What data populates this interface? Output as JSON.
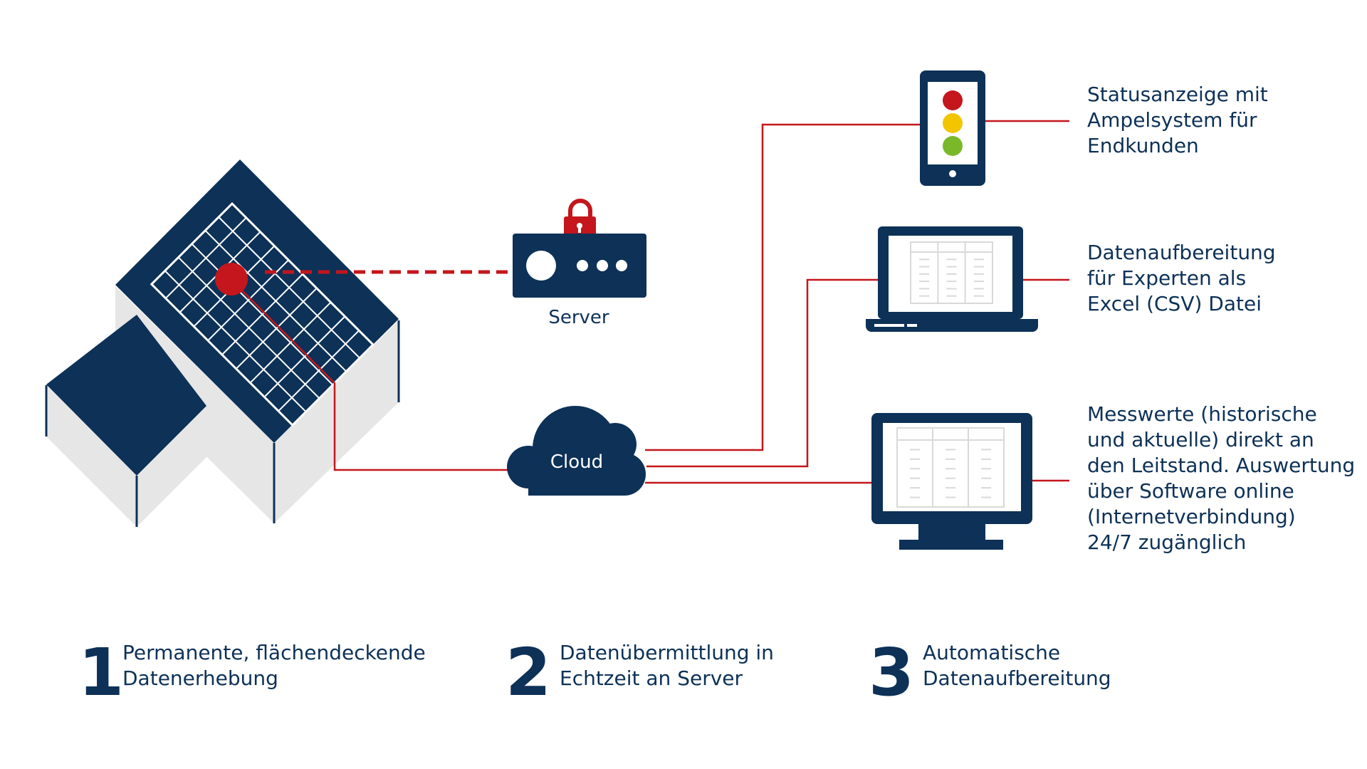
{
  "labels": {
    "server": "Server",
    "cloud": "Cloud"
  },
  "outputs": [
    {
      "lines": [
        "Statusanzeige mit",
        "Ampelsystem für",
        "Endkunden"
      ]
    },
    {
      "lines": [
        "Datenaufbereitung",
        "für Experten als",
        "Excel (CSV) Datei"
      ]
    },
    {
      "lines": [
        "Messwerte (historische",
        "und aktuelle) direkt an",
        "den Leitstand. Auswertung",
        "über Software online",
        "(Internetverbindung)",
        "24/7 zugänglich"
      ]
    }
  ],
  "steps": [
    {
      "number": "1",
      "lines": [
        "Permanente, flächendeckende",
        "Datenerhebung"
      ]
    },
    {
      "number": "2",
      "lines": [
        "Datenübermittlung in",
        "Echtzeit an Server"
      ]
    },
    {
      "number": "3",
      "lines": [
        "Automatische",
        "Datenaufbereitung"
      ]
    }
  ],
  "colors": {
    "navy": "#0d3157",
    "red": "#c4161c",
    "yellow": "#f2c500",
    "green": "#7ab829",
    "wall": "#e6e6e6",
    "screen_grid": "#d9d9d9"
  },
  "icons": {
    "house": "house-with-solar-panel-icon",
    "sensor": "sensor-dot-icon",
    "server": "server-icon",
    "lock": "padlock-icon",
    "cloud": "cloud-icon",
    "phone": "smartphone-traffic-light-icon",
    "laptop": "laptop-table-icon",
    "monitor": "monitor-table-icon"
  }
}
